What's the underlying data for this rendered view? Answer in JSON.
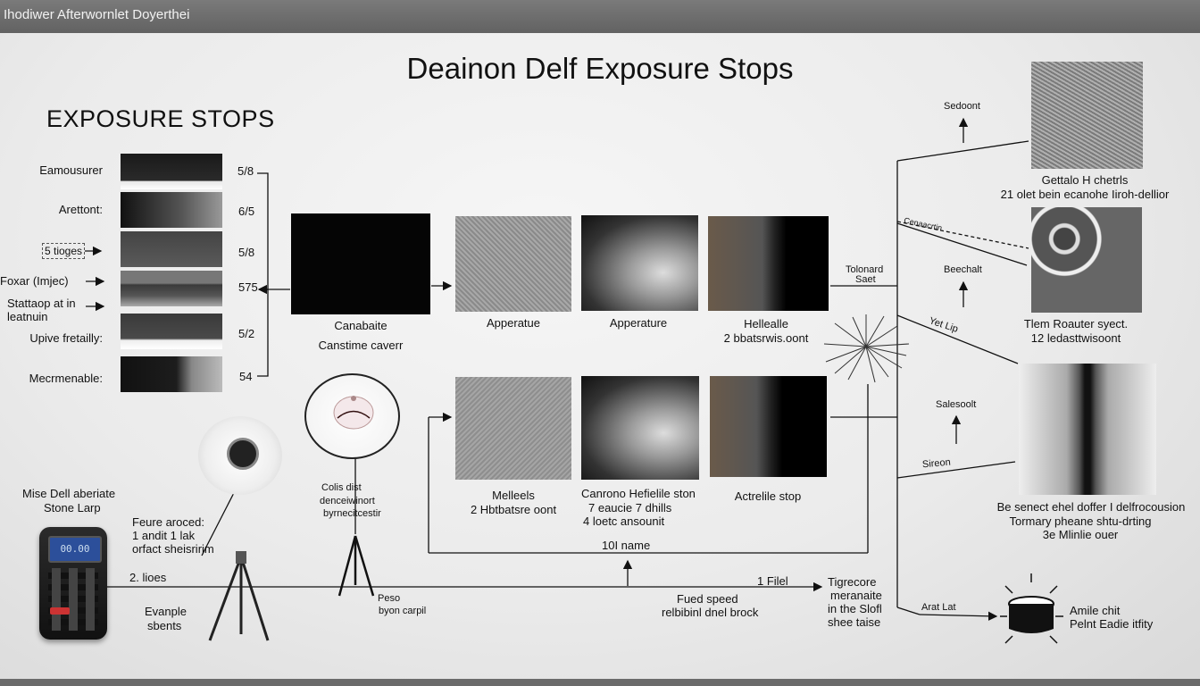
{
  "window": {
    "title": "Ihodiwer Afterwornlet Doyerthei"
  },
  "diagram": {
    "title": "Deainon Delf Exposure Stops",
    "section_title": "EXPOSURE STOPS"
  },
  "stops": [
    {
      "label": "Eamousurer",
      "value": "5/8"
    },
    {
      "label": "Arettont:",
      "value": "6/5"
    },
    {
      "label": "5 tioges",
      "value": "5/8"
    },
    {
      "label": "Foxar (Imjec)",
      "value": "575"
    },
    {
      "label": "Stattaop at in leatnuin",
      "value": ""
    },
    {
      "label": "Upive fretailly:",
      "value": "5/2"
    },
    {
      "label": "Mecrmenable:",
      "value": "54"
    }
  ],
  "center_box": {
    "line1": "Canabaite",
    "line2": "Canstime caverr"
  },
  "panels_top": [
    {
      "line1": "Apperatue",
      "line2": ""
    },
    {
      "line1": "Apperature",
      "line2": ""
    },
    {
      "line1": "Hellealle",
      "line2": "2 bbatsrwis.oont"
    }
  ],
  "panels_bottom": [
    {
      "line1": "Melleels",
      "line2": "2 Hbtbatsre oont"
    },
    {
      "line1": "Canrono Hefielile ston",
      "line2": "7 eaucie 7 dhills",
      "line3": "4 loetc ansounit"
    },
    {
      "line1": "Actrelile stop",
      "line2": ""
    }
  ],
  "right_column": [
    {
      "line1": "Gettalo H chetrls",
      "line2": "21 olet bein ecanohe Iiroh-dellior"
    },
    {
      "line1": "Tlem Roauter syect.",
      "line2": "12 ledasttwisoont"
    },
    {
      "line1": "Be senect ehel doffer I delfrocousion",
      "line2": "Tormary pheane shtu-drting",
      "line3": "3e Mlinlie ouer"
    }
  ],
  "arrow_labels": {
    "sedoont": "Sedoont",
    "beechalt": "Beechalt",
    "tolonard": "Tolonard",
    "saet": "Saet",
    "ceneacrtin": "Cenaacrtin",
    "yeticip": "Yet Lip",
    "salesoolt": "Salesoolt",
    "sireon": "Sireon",
    "arat": "Arat Lat",
    "bottom_center": "10I name",
    "filel": "1 Filel",
    "twa_lids": "2. lioes",
    "tigrecore": "Tigrecore",
    "tigrecore2": "meranaite",
    "tigrecore3": "in the Slofl",
    "tigrecore4": "shee taise",
    "fued_speed": "Fued speed",
    "fued_speed2": "relbibinl dnel brock"
  },
  "left_bottom": {
    "lamp_title1": "Mise Dell aberiate",
    "lamp_title2": "Stone Larp",
    "note1": "Feure aroced:",
    "note2": "1 andit 1 lak",
    "note3": "orfact sheisririm",
    "example1": "Evanple",
    "example2": "sbents",
    "meter_display": "00.00",
    "cols1": "Colis dist",
    "cols2": "denceiwinort",
    "cols3": "byrnecitcestir",
    "peso1": "Peso",
    "peso2": "byon carpil"
  },
  "lamp_right": {
    "line1": "Amile chit",
    "line2": "Pelnt Eadie itfity"
  }
}
